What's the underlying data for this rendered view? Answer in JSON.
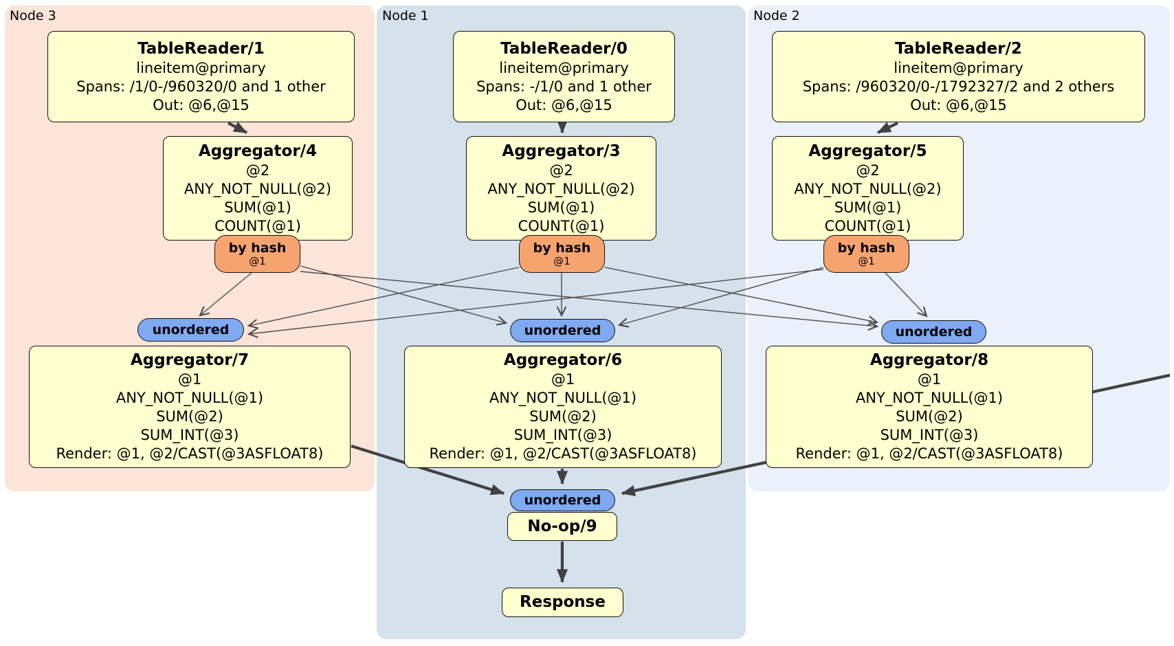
{
  "colors": {
    "node3_region_bg": "#fce4d9",
    "node1_region_bg": "#d5e2ec",
    "node2_region_bg": "#eaf1fb",
    "processor_box_bg": "#ffffcf",
    "router_pill_bg": "#f6a46f",
    "sync_pill_bg": "#7fa9f1",
    "edge_color": "#414141"
  },
  "groups": [
    {
      "region_label": "Node 3",
      "table_reader": {
        "title": "TableReader/1",
        "index": "lineitem@primary",
        "spans": "Spans: /1/0-/960320/0 and 1 other",
        "out": "Out: @6,@15"
      },
      "aggregator_top": {
        "title": "Aggregator/4",
        "lines": [
          "@2",
          "ANY_NOT_NULL(@2)",
          "SUM(@1)",
          "COUNT(@1)"
        ]
      },
      "router": {
        "label": "by hash",
        "key": "@1"
      },
      "sync": {
        "label": "unordered"
      },
      "aggregator_bottom": {
        "title": "Aggregator/7",
        "lines": [
          "@1",
          "ANY_NOT_NULL(@1)",
          "SUM(@2)",
          "SUM_INT(@3)",
          "Render: @1, @2/CAST(@3ASFLOAT8)"
        ]
      }
    },
    {
      "region_label": "Node 1",
      "table_reader": {
        "title": "TableReader/0",
        "index": "lineitem@primary",
        "spans": "Spans: -/1/0 and 1 other",
        "out": "Out: @6,@15"
      },
      "aggregator_top": {
        "title": "Aggregator/3",
        "lines": [
          "@2",
          "ANY_NOT_NULL(@2)",
          "SUM(@1)",
          "COUNT(@1)"
        ]
      },
      "router": {
        "label": "by hash",
        "key": "@1"
      },
      "sync": {
        "label": "unordered"
      },
      "aggregator_bottom": {
        "title": "Aggregator/6",
        "lines": [
          "@1",
          "ANY_NOT_NULL(@1)",
          "SUM(@2)",
          "SUM_INT(@3)",
          "Render: @1, @2/CAST(@3ASFLOAT8)"
        ]
      }
    },
    {
      "region_label": "Node 2",
      "table_reader": {
        "title": "TableReader/2",
        "index": "lineitem@primary",
        "spans": "Spans: /960320/0-/1792327/2 and 2 others",
        "out": "Out: @6,@15"
      },
      "aggregator_top": {
        "title": "Aggregator/5",
        "lines": [
          "@2",
          "ANY_NOT_NULL(@2)",
          "SUM(@1)",
          "COUNT(@1)"
        ]
      },
      "router": {
        "label": "by hash",
        "key": "@1"
      },
      "sync": {
        "label": "unordered"
      },
      "aggregator_bottom": {
        "title": "Aggregator/8",
        "lines": [
          "@1",
          "ANY_NOT_NULL(@1)",
          "SUM(@2)",
          "SUM_INT(@3)",
          "Render: @1, @2/CAST(@3ASFLOAT8)"
        ]
      }
    }
  ],
  "final": {
    "sync_label": "unordered",
    "noop_label": "No-op/9",
    "response_label": "Response"
  }
}
